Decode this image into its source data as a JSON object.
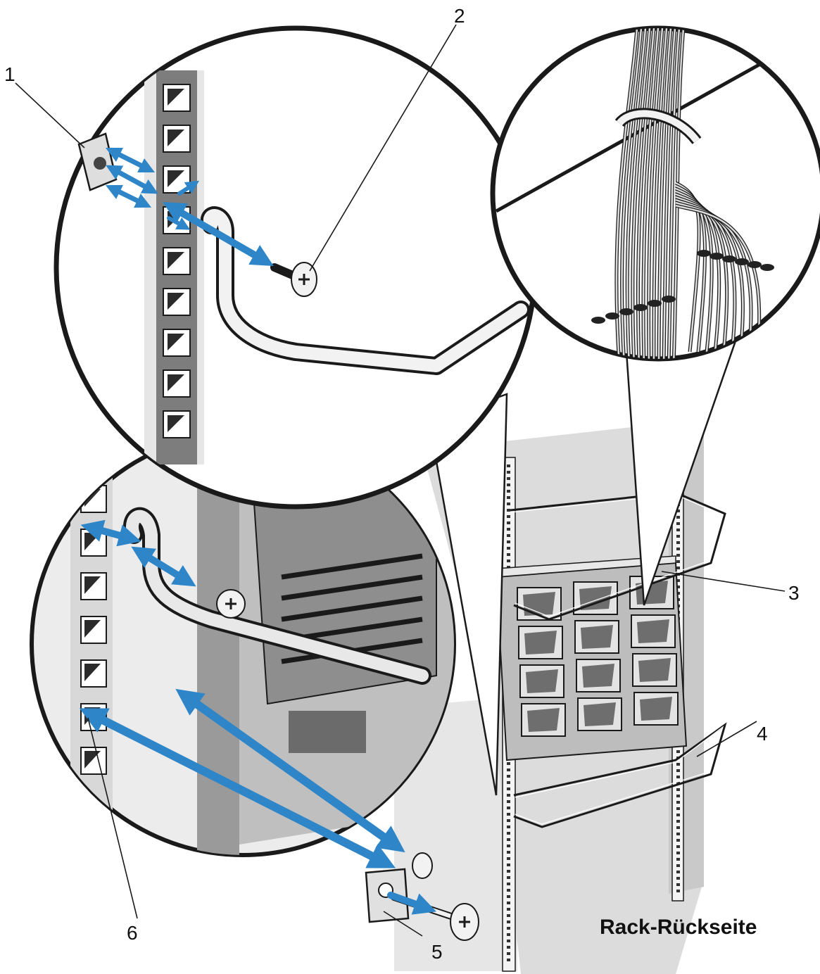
{
  "diagram": {
    "caption": "Rack-Rückseite",
    "callouts": [
      "1",
      "2",
      "3",
      "4",
      "5",
      "6"
    ],
    "colors": {
      "arrow": "#2e86c8",
      "outline": "#1a1a1a",
      "rack_gray": "#d4d4d4",
      "dark_gray": "#7a7a7a",
      "background": "#ffffff"
    }
  }
}
